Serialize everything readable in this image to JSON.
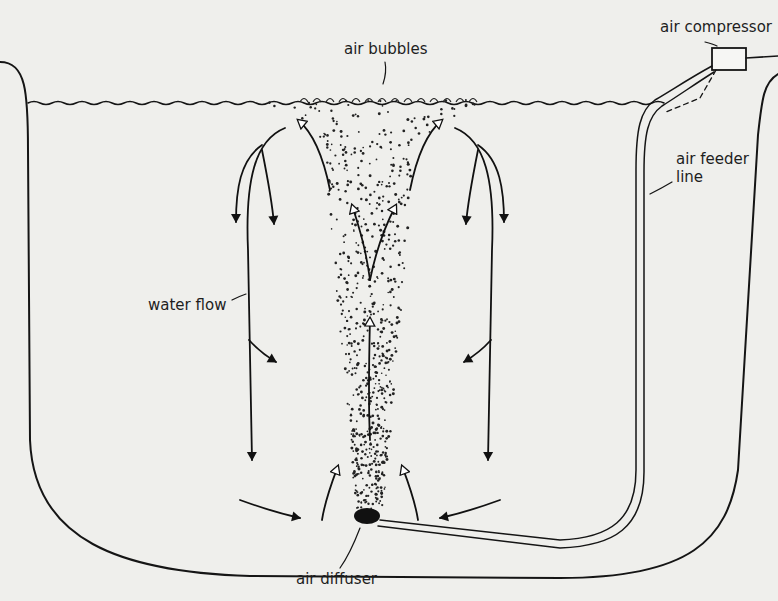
{
  "diagram": {
    "labels": [
      "air compressor",
      "air bubbles",
      "air feeder line",
      "water flow",
      "air diffuser"
    ]
  }
}
